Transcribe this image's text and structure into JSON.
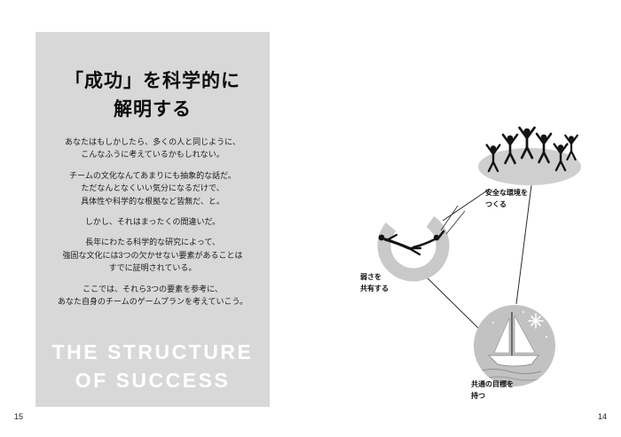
{
  "left_page": {
    "page_number": "15",
    "title": "「成功」を科学的に\n解明する",
    "paragraphs": [
      "あなたはもしかしたら、多くの人と同じように、\nこんなふうに考えているかもしれない。",
      "チームの文化なんてあまりにも抽象的な話だ。\nただなんとなくいい気分になるだけで、\n具体性や科学的な根拠など皆無だ、と。",
      "しかし、それはまったくの間違いだ。",
      "長年にわたる科学的な研究によって、\n強固な文化には3つの欠かせない要素があることは\nすでに証明されている。",
      "ここでは、それら3つの要素を参考に、\nあなた自身のチームのゲームプランを考えていこう。"
    ],
    "footer": "THE STRUCTURE\nOF SUCCESS"
  },
  "right_page": {
    "page_number": "14",
    "diagram": {
      "safe_label": "安全な環境を\nつくる",
      "weak_label": "弱さを\n共有する",
      "goal_label": "共通の目標を\n持つ"
    }
  },
  "colors": {
    "panel_gray": "#d8d8d8",
    "illustration_gray": "#c9c9c9",
    "ink_black": "#141414",
    "footer_white": "#ffffff"
  }
}
